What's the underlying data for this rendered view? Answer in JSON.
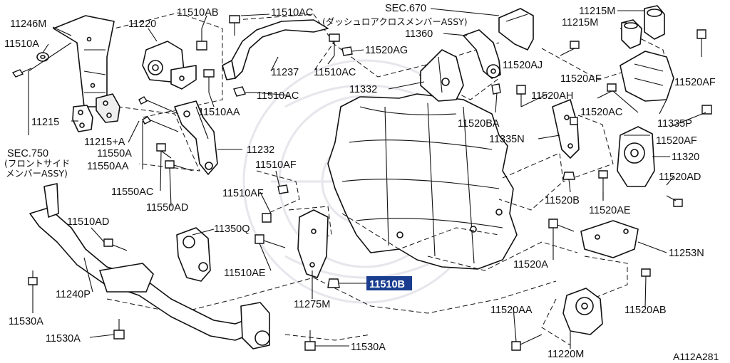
{
  "diagram": {
    "labels": {
      "l11246M": "11246M",
      "l11510A": "11510A",
      "l11220": "11220",
      "l11510AB": "11510AB",
      "l11510AC_top": "11510AC",
      "sec670": "SEC.670",
      "sec670_sub": "(ダッシュロアクロスメンバーASSY)",
      "l11360": "11360",
      "l11215M_a": "11215M",
      "l11215M_b": "11215M",
      "l11520AG": "11520AG",
      "l11237": "11237",
      "l11510AC_mid": "11510AC",
      "l11520AJ": "11520AJ",
      "l11520AF_a": "11520AF",
      "l11520AF_b": "11520AF",
      "l11520AH": "11520AH",
      "l11332": "11332",
      "l11510AC_low": "11510AC",
      "l11510AA": "11510AA",
      "l11520BA": "11520BA",
      "l11520AC": "11520AC",
      "l11335P": "11335P",
      "l11215": "11215",
      "l11215A": "11215+A",
      "l11550A": "11550A",
      "l11550AA": "11550AA",
      "l11520AF_c": "11520AF",
      "l11335N": "11335N",
      "l11232": "11232",
      "sec750": "SEC.750",
      "sec750_sub1": "(フロントサイド",
      "sec750_sub2": "メンバーASSY)",
      "l11510AF_a": "11510AF",
      "l11320": "11320",
      "l11550AC": "11550AC",
      "l11550AD": "11550AD",
      "l11510AF_b": "11510AF",
      "l11520AD": "11520AD",
      "l11520B": "11520B",
      "l11520AE": "11520AE",
      "l11510AD": "11510AD",
      "l11350Q": "11350Q",
      "l11520A": "11520A",
      "l11253N": "11253N",
      "l11510AE": "11510AE",
      "l11240P": "11240P",
      "l11510B": "11510B",
      "l11275M": "11275M",
      "l11520AA": "11520AA",
      "l11520AB": "11520AB",
      "l11530A_a": "11530A",
      "l11530A_b": "11530A",
      "l11530A_c": "11530A",
      "l11220M": "11220M",
      "code": "A112A281"
    },
    "highlight_color": "#1a3d8f"
  }
}
